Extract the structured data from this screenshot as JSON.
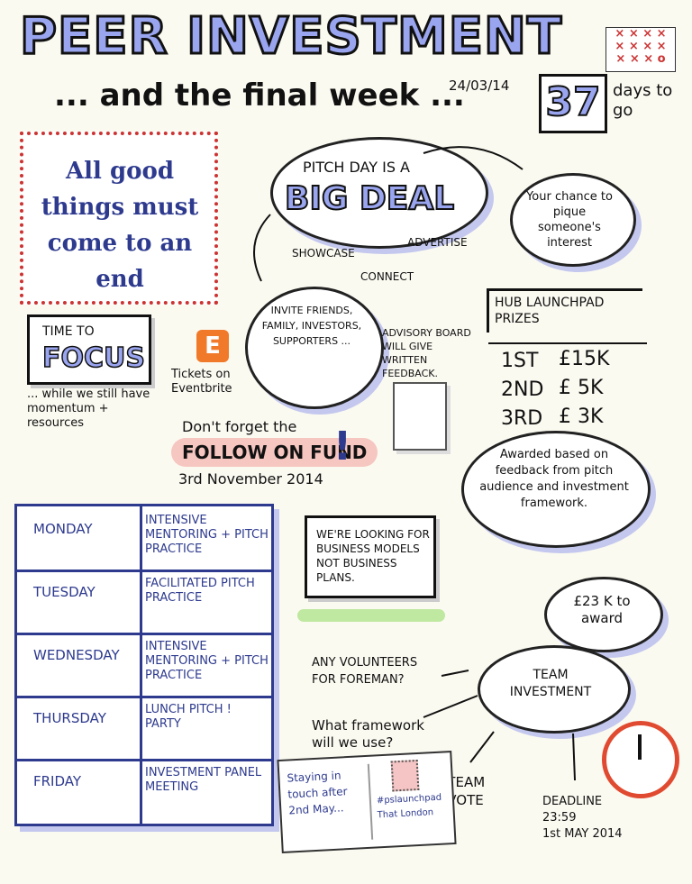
{
  "title": "PEER INVESTMENT",
  "subtitle": "... and the final week ...",
  "date": "24/03/14",
  "countdown": {
    "number": "37",
    "label": "days to go"
  },
  "quote": "All good things must come to an end",
  "pitch_cloud": {
    "line1": "PITCH DAY IS A",
    "line2": "BIG DEAL"
  },
  "pitch_words": {
    "showcase": "SHOWCASE",
    "advertise": "ADVERTISE",
    "connect": "CONNECT"
  },
  "chance_cloud": "Your chance to pique someone's interest",
  "invite_cloud": "INVITE FRIENDS, FAMILY, INVESTORS, SUPPORTERS ...",
  "advisory": "ADVISORY BOARD WILL GIVE WRITTEN FEEDBACK.",
  "focus": {
    "line1": "TIME TO",
    "line2": "FOCUS",
    "note": "... while we still have momentum + resources"
  },
  "eventbrite": {
    "icon": "E",
    "label": "Tickets on Eventbrite"
  },
  "follow_on": {
    "line1": "Don't forget the",
    "fund": "FOLLOW ON FUND",
    "exclaim": "!",
    "date": "3rd November 2014"
  },
  "hub": {
    "title": "HUB LAUNCHPAD PRIZES",
    "prizes": [
      {
        "place": "1ST",
        "amount": "£15K"
      },
      {
        "place": "2ND",
        "amount": "£ 5K"
      },
      {
        "place": "3RD",
        "amount": "£ 3K"
      }
    ]
  },
  "awarded_cloud": "Awarded based on feedback from pitch audience and investment framework.",
  "schedule": [
    {
      "day": "MONDAY",
      "activity": "INTENSIVE MENTORING + PITCH PRACTICE"
    },
    {
      "day": "TUESDAY",
      "activity": "FACILITATED PITCH PRACTICE"
    },
    {
      "day": "WEDNESDAY",
      "activity": "INTENSIVE MENTORING + PITCH PRACTICE"
    },
    {
      "day": "THURSDAY",
      "activity": "LUNCH PITCH ! PARTY"
    },
    {
      "day": "FRIDAY",
      "activity": "INVESTMENT PANEL MEETING"
    }
  ],
  "sign": "WE'RE LOOKING FOR BUSINESS MODELS NOT BUSINESS PLANS.",
  "award_cloud": "£23 K to award",
  "team_cloud": "TEAM INVESTMENT",
  "volunteers": "ANY VOLUNTEERS FOR FOREMAN?",
  "framework": "What framework will we use?",
  "one_team": "1 TEAM 1 VOTE",
  "deadline": {
    "label": "DEADLINE",
    "time": "23:59",
    "date": "1st MAY 2014"
  },
  "postcard": {
    "left": "Staying in touch after 2nd May...",
    "right": "#pslaunchpad That London"
  },
  "colors": {
    "accent": "#9aa5f0",
    "ink": "#111111",
    "navy": "#2d3a8e",
    "red": "#c33333",
    "paper": "#fbfaf1"
  }
}
